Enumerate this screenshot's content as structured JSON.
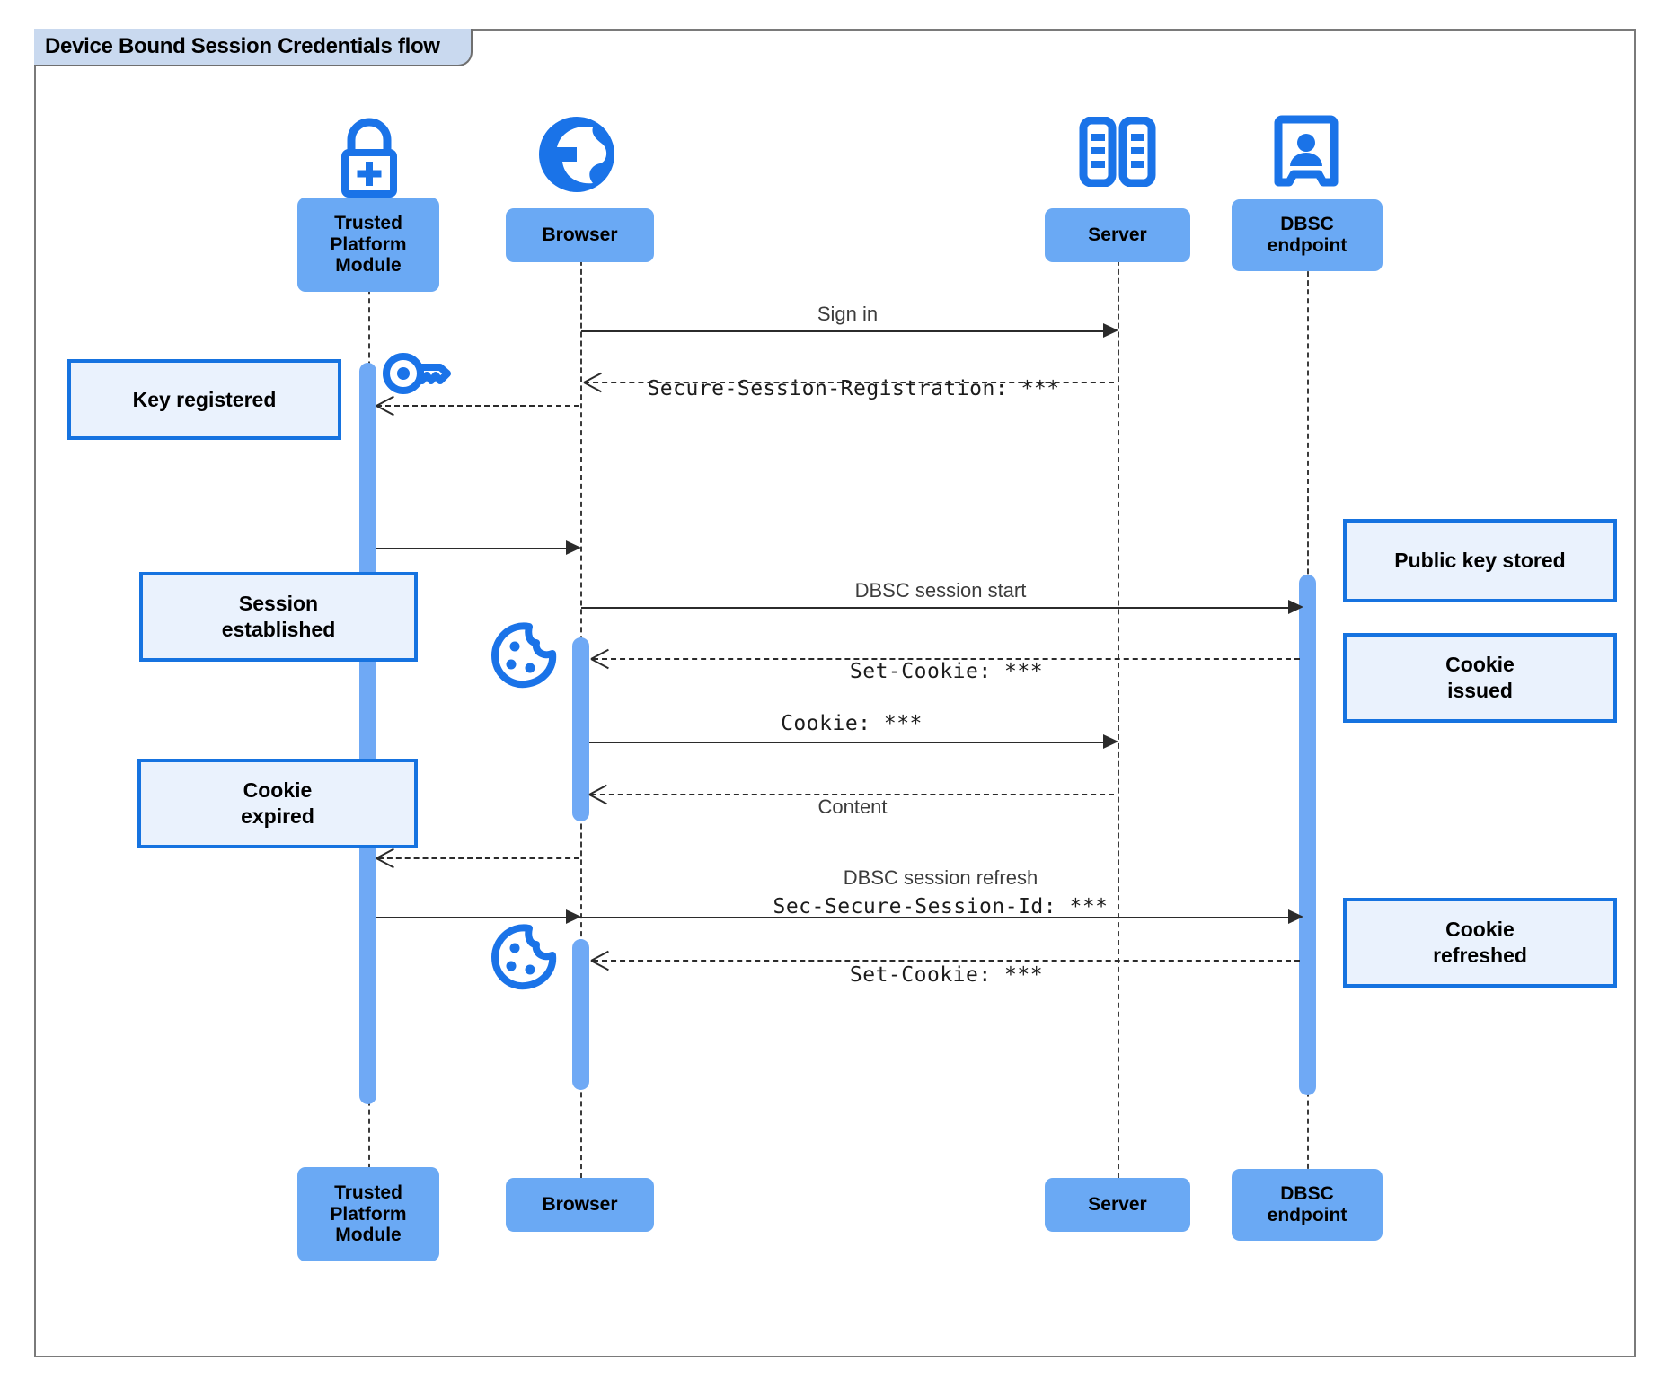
{
  "frame": {
    "title": "Device Bound Session Credentials flow"
  },
  "participants": [
    {
      "id": "tpm",
      "label": "Trusted\nPlatform\nModule",
      "icon": "lock-plus-icon"
    },
    {
      "id": "browser",
      "label": "Browser",
      "icon": "globe-icon"
    },
    {
      "id": "server",
      "label": "Server",
      "icon": "server-racks-icon"
    },
    {
      "id": "dbsc",
      "label": "DBSC\nendpoint",
      "icon": "id-badge-icon"
    }
  ],
  "participants_bottom": [
    {
      "id": "tpm",
      "label": "Trusted\nPlatform\nModule"
    },
    {
      "id": "browser",
      "label": "Browser"
    },
    {
      "id": "server",
      "label": "Server"
    },
    {
      "id": "dbsc",
      "label": "DBSC\nendpoint"
    }
  ],
  "messages": [
    {
      "id": "m1",
      "from": "browser",
      "to": "server",
      "label": "Sign in",
      "style": "solid",
      "font": "sans"
    },
    {
      "id": "m2",
      "from": "server",
      "to": "browser",
      "label": "Secure-Session-Registration: ***",
      "style": "dashed",
      "font": "mono"
    },
    {
      "id": "m3",
      "from": "browser",
      "to": "tpm",
      "label": "",
      "style": "dashed",
      "font": "sans"
    },
    {
      "id": "m4",
      "from": "tpm",
      "to": "browser",
      "label": "",
      "style": "solid",
      "font": "sans"
    },
    {
      "id": "m5",
      "from": "browser",
      "to": "dbsc",
      "label": "DBSC session start",
      "style": "solid",
      "font": "sans"
    },
    {
      "id": "m6",
      "from": "dbsc",
      "to": "browser",
      "label": "Set-Cookie: ***",
      "style": "dashed",
      "font": "mono"
    },
    {
      "id": "m7",
      "from": "browser",
      "to": "server",
      "label": "Cookie: ***",
      "style": "solid",
      "font": "mono"
    },
    {
      "id": "m8",
      "from": "server",
      "to": "browser",
      "label": "Content",
      "style": "dashed",
      "font": "sans"
    },
    {
      "id": "m9",
      "from": "browser",
      "to": "tpm",
      "label": "",
      "style": "dashed",
      "font": "sans"
    },
    {
      "id": "m10",
      "from": "tpm",
      "to": "dbsc",
      "label": "DBSC session refresh",
      "label2": "Sec-Secure-Session-Id: ***",
      "style": "solid",
      "font": "sans"
    },
    {
      "id": "m11",
      "from": "dbsc",
      "to": "browser",
      "label": "Set-Cookie: ***",
      "style": "dashed",
      "font": "mono"
    }
  ],
  "notes": [
    {
      "id": "n1",
      "text": "Key registered",
      "side": "left"
    },
    {
      "id": "n2",
      "text": "Session\nestablished",
      "side": "left"
    },
    {
      "id": "n3",
      "text": "Cookie\nexpired",
      "side": "left"
    },
    {
      "id": "n4",
      "text": "Public key stored",
      "side": "right"
    },
    {
      "id": "n5",
      "text": "Cookie\nissued",
      "side": "right"
    },
    {
      "id": "n6",
      "text": "Cookie\nrefreshed",
      "side": "right"
    }
  ],
  "inline_icons": [
    {
      "id": "key-icon",
      "name": "key-icon"
    },
    {
      "id": "cookie-icon-1",
      "name": "cookie-icon"
    },
    {
      "id": "cookie-icon-2",
      "name": "cookie-icon"
    }
  ],
  "colors": {
    "participant_fill": "#6aa9f4",
    "note_fill": "#eaf2fd",
    "note_border": "#1673e0",
    "activation": "#6fa9f5",
    "icon_blue": "#1a73e8",
    "frame_border": "#7a7a7a",
    "tab_fill": "#c9d9ef"
  }
}
